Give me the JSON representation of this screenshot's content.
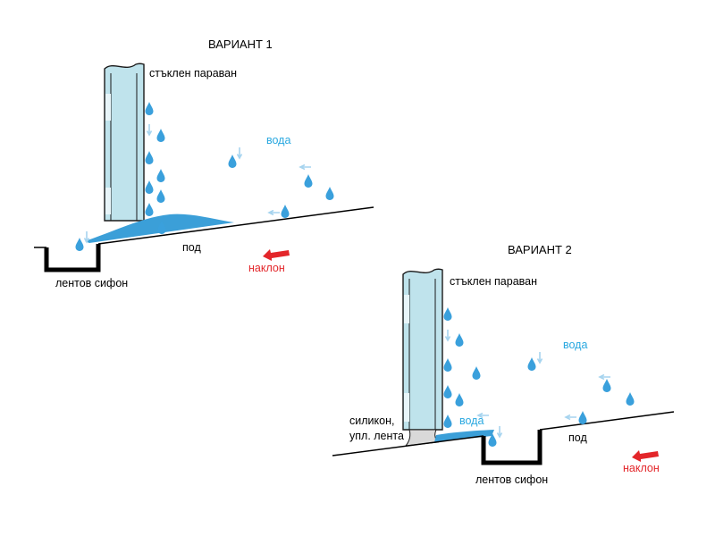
{
  "variant1": {
    "title": "ВАРИАНТ 1",
    "glass_label": "стъклен параван",
    "water_label": "вода",
    "floor_label": "под",
    "slope_label": "наклон",
    "drain_label": "лентов сифон"
  },
  "variant2": {
    "title": "ВАРИАНТ 2",
    "glass_label": "стъклен параван",
    "water_label": "вода",
    "water_label_2": "вода",
    "floor_label": "под",
    "slope_label": "наклон",
    "drain_label": "лентов сифон",
    "seal_label_line1": "силикон,",
    "seal_label_line2": "упл. лента"
  },
  "colors": {
    "glass_fill": "#bfe3ec",
    "glass_stroke": "#1a1a1a",
    "water": "#3aa0dc",
    "water_pool": "#3b9fd8",
    "light_arrow": "#a6d4ef",
    "slope_arrow": "#e3262a",
    "floor": "#000000",
    "seal": "#d9d9d9"
  }
}
